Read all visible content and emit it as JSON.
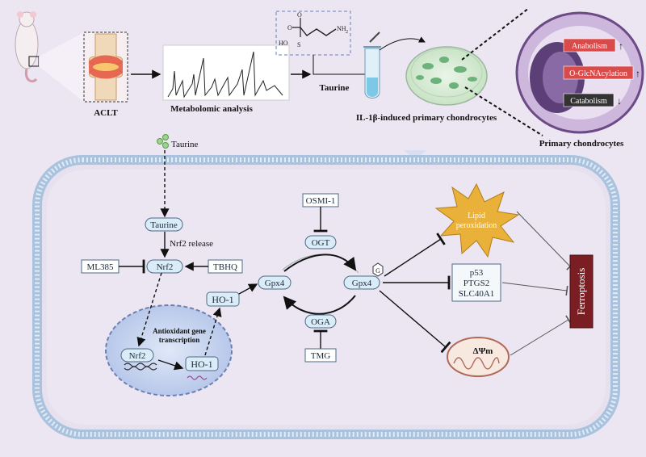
{
  "top": {
    "aclt_label": "ACLT",
    "metabolomic_label": "Metabolomic analysis",
    "taurine_label": "Taurine",
    "molecule_nh2": "NH",
    "molecule_nh2_sub": "2",
    "molecule_ho": "HO",
    "chondrocytes_label": "IL-1β-induced primary chondrocytes",
    "primary_chondrocytes_label": "Primary chondrocytes",
    "cell_badges": [
      {
        "label": "Anabolism",
        "arrow": "↑",
        "color": "#d94a4a"
      },
      {
        "label": "O-GlcNAcylation",
        "arrow": "↑",
        "color": "#d94a4a"
      },
      {
        "label": "Catabolism",
        "arrow": "↓",
        "color": "#333333"
      }
    ]
  },
  "pathway": {
    "taurine_outside": "Taurine",
    "taurine_node": "Taurine",
    "nrf2_release": "Nrf2 release",
    "ml385": "ML385",
    "nrf2": "Nrf2",
    "tbhq": "TBHQ",
    "ho1": "HO-1",
    "nucleus_title_1": "Antioxidant gene",
    "nucleus_title_2": "transcription",
    "nrf2_nucleus": "Nrf2",
    "ho1_nucleus": "HO-1",
    "osmi1": "OSMI-1",
    "ogt": "OGT",
    "gpx4_left": "Gpx4",
    "gpx4_right": "Gpx4",
    "g_badge": "G",
    "oga": "OGA",
    "tmg": "TMG",
    "lipid_1": "Lipid",
    "lipid_2": "peroxidation",
    "targets": [
      "p53",
      "PTGS2",
      "SLC40A1"
    ],
    "mito_label": "ΔΨm",
    "ferroptosis": "Ferroptosis"
  },
  "colors": {
    "background": "#ece6f3",
    "membrane": "#a9c3de",
    "node_fill": "#d9ecf7",
    "node_stroke": "#4e6a86",
    "ferroptosis": "#7a1e23",
    "lipid": "#e9b03a",
    "nucleus": "#c9d6f0"
  }
}
